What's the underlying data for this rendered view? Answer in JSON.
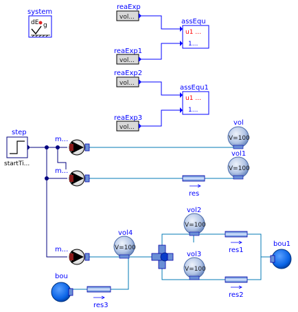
{
  "system": {
    "label": "system",
    "icon_text": "dE",
    "icon_g": "g"
  },
  "real_expressions": [
    {
      "name": "reaExp",
      "value": "vol..."
    },
    {
      "name": "reaExp1",
      "value": "vol..."
    },
    {
      "name": "reaExp2",
      "value": "vol..."
    },
    {
      "name": "reaExp3",
      "value": "vol..."
    }
  ],
  "assert_equal": [
    {
      "name": "assEqu",
      "in1": "u1 ...",
      "in2": "1..."
    },
    {
      "name": "assEqu1",
      "in1": "u1 ...",
      "in2": "1..."
    }
  ],
  "step": {
    "name": "step",
    "param": "startTi..."
  },
  "pumps": [
    {
      "name": "m..."
    },
    {
      "name": "m..."
    },
    {
      "name": "m..."
    }
  ],
  "volumes": [
    {
      "name": "vol",
      "value": "V=100"
    },
    {
      "name": "vol1",
      "value": "V=100"
    },
    {
      "name": "vol2",
      "value": "V=100"
    },
    {
      "name": "vol3",
      "value": "V=100"
    },
    {
      "name": "vol4",
      "value": "V=100"
    }
  ],
  "resistances": [
    {
      "name": "res"
    },
    {
      "name": "res1"
    },
    {
      "name": "res2"
    },
    {
      "name": "res3"
    }
  ],
  "boundaries": [
    {
      "name": "bou"
    },
    {
      "name": "bou1"
    }
  ],
  "colors": {
    "signal_wire": "#00007f",
    "real_wire": "#0000ff",
    "fluid_wire": "#0078b4",
    "volume_fill": "#9fb4dc",
    "boundary_fill": "#0a64e6",
    "label": "#0000ff"
  }
}
